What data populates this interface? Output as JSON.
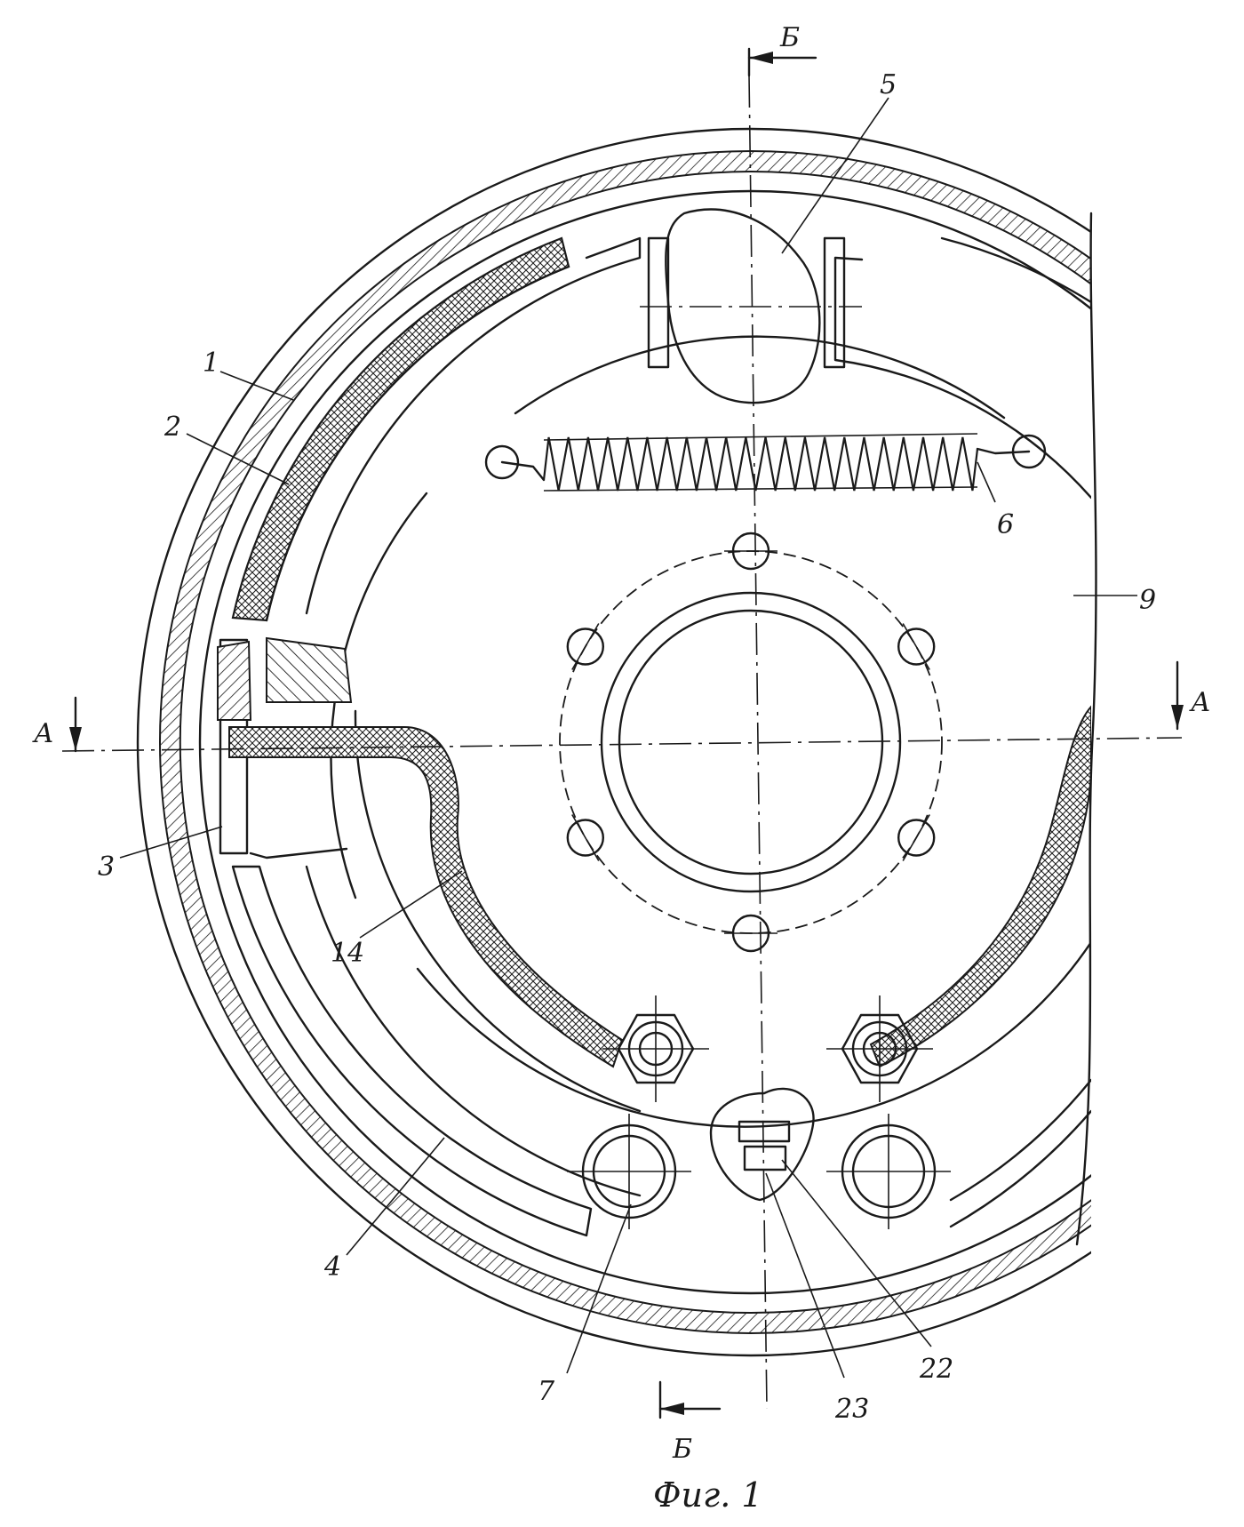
{
  "figure": {
    "caption": "Фиг. 1",
    "section_marks": {
      "top": "Б",
      "bottom": "Б",
      "left": "А",
      "right": "А"
    },
    "part_labels": {
      "p1": "1",
      "p2": "2",
      "p3": "3",
      "p4": "4",
      "p5": "5",
      "p6": "6",
      "p7": "7",
      "p9": "9",
      "p14": "14",
      "p22": "22",
      "p23": "23"
    }
  },
  "icons": {
    "leader": "leader-line",
    "arrow": "section-arrow"
  }
}
